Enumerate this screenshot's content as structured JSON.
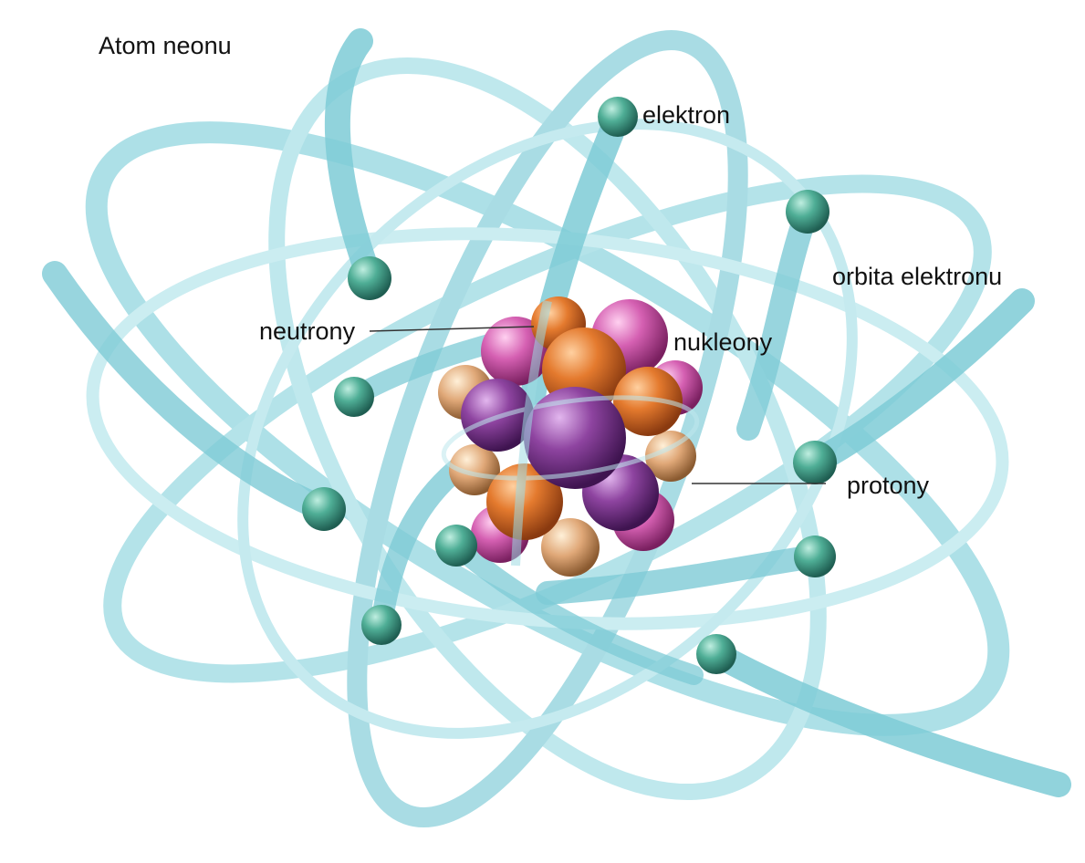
{
  "title": "Atom neonu",
  "labels": {
    "elektron": "elektron",
    "orbita": "orbita elektronu",
    "neutrony": "neutrony",
    "nukleony": "nukleony",
    "protony": "protony"
  },
  "colors": {
    "orbit": "#8fd3dc",
    "orbit_dark": "#5bb4c0",
    "electron": "#3f9a86",
    "proton": "#e27a2f",
    "neutron": "#8e44a0",
    "nucleon_pink": "#d95fb4",
    "leader_line": "#333333"
  }
}
